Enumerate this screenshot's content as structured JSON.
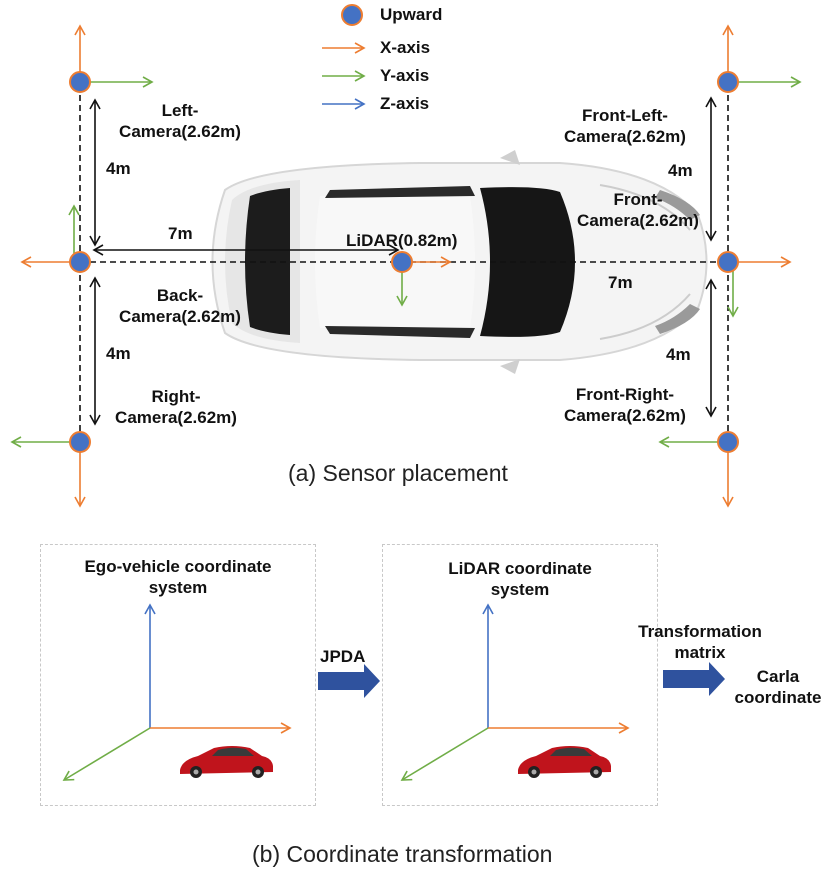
{
  "legend": {
    "upward": "Upward",
    "x_axis": "X-axis",
    "y_axis": "Y-axis",
    "z_axis": "Z-axis"
  },
  "colors": {
    "x_axis": "#ED7D31",
    "y_axis": "#70AD47",
    "z_axis": "#4472C4",
    "sensor_fill": "#4472C4",
    "sensor_ring": "#ED7D31",
    "block_arrow": "#2F529E",
    "car_body": "#f2f2f2",
    "car_red": "#c0141c"
  },
  "sensors": {
    "left_camera": "Left-\nCamera(2.62m)",
    "back_camera": "Back-\nCamera(2.62m)",
    "right_camera": "Right-\nCamera(2.62m)",
    "front_left_camera": "Front-Left-\nCamera(2.62m)",
    "front_camera": "Front-\nCamera(2.62m)",
    "front_right_camera": "Front-Right-\nCamera(2.62m)",
    "lidar": "LiDAR(0.82m)"
  },
  "distances": {
    "left_vertical": "4m",
    "right_vertical_top": "4m",
    "left_horizontal": "7m",
    "right_horizontal": "7m",
    "left_vertical_bottom": "4m",
    "right_vertical_bottom": "4m"
  },
  "captions": {
    "a": "(a) Sensor placement",
    "b": "(b) Coordinate transformation"
  },
  "transformation": {
    "ego_title": "Ego-vehicle coordinate\nsystem",
    "lidar_title": "LiDAR coordinate\nsystem",
    "jpda": "JPDA",
    "transformation_matrix": "Transformation\nmatrix",
    "carla": "Carla\ncoordinate"
  }
}
